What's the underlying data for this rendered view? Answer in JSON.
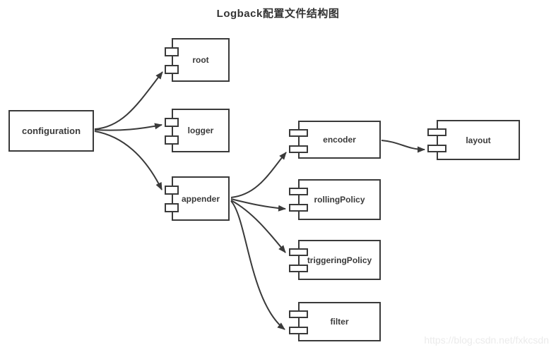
{
  "title": "Logback配置文件结构图",
  "watermark": "https://blog.csdn.net/fxkcsdn",
  "colors": {
    "line": "#3a3a3a",
    "text": "#333333",
    "watermark": "#ebebeb",
    "background": "#ffffff"
  },
  "nodes": {
    "configuration": {
      "label": "configuration",
      "shape": "rectangle"
    },
    "root": {
      "label": "root",
      "shape": "uml-component"
    },
    "logger": {
      "label": "logger",
      "shape": "uml-component"
    },
    "appender": {
      "label": "appender",
      "shape": "uml-component"
    },
    "encoder": {
      "label": "encoder",
      "shape": "uml-component"
    },
    "rollingPolicy": {
      "label": "rollingPolicy",
      "shape": "uml-component"
    },
    "triggeringPolicy": {
      "label": "triggeringPolicy",
      "shape": "uml-component"
    },
    "filter": {
      "label": "filter",
      "shape": "uml-component"
    },
    "layout": {
      "label": "layout",
      "shape": "uml-component"
    }
  },
  "edges": [
    {
      "from": "configuration",
      "to": "root"
    },
    {
      "from": "configuration",
      "to": "logger"
    },
    {
      "from": "configuration",
      "to": "appender"
    },
    {
      "from": "appender",
      "to": "encoder"
    },
    {
      "from": "appender",
      "to": "rollingPolicy"
    },
    {
      "from": "appender",
      "to": "triggeringPolicy"
    },
    {
      "from": "appender",
      "to": "filter"
    },
    {
      "from": "encoder",
      "to": "layout"
    }
  ]
}
